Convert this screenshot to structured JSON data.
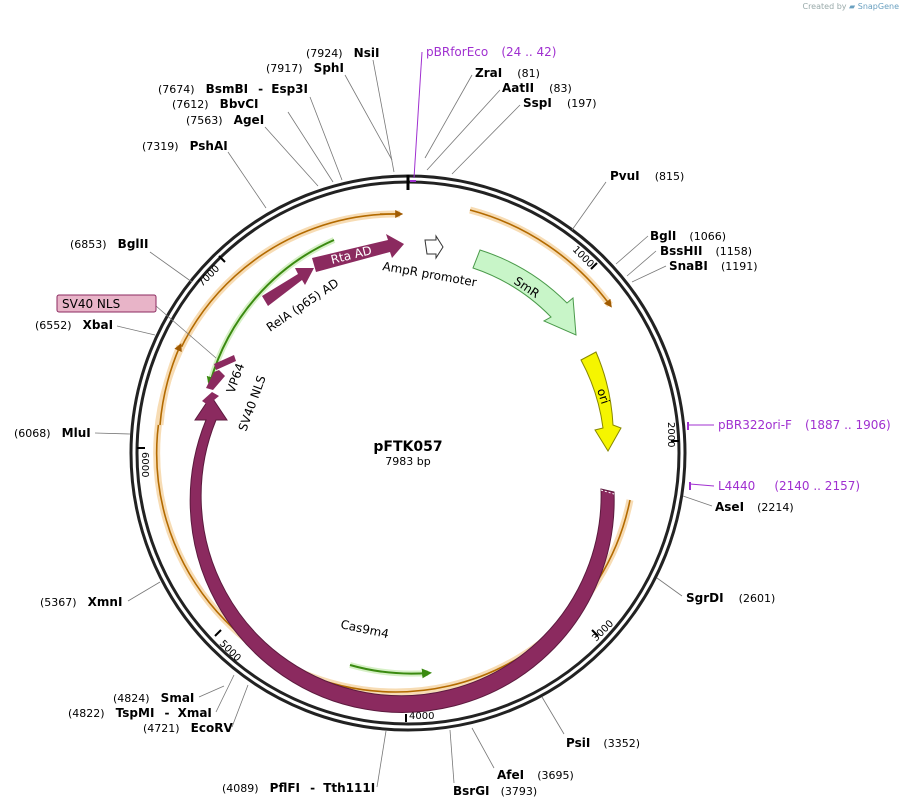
{
  "credit": {
    "prefix": "Created by",
    "brand": "SnapGene"
  },
  "plasmid": {
    "name": "pFTK057",
    "length_label": "7983 bp",
    "length": 7983
  },
  "ticks": [
    "1000",
    "2000",
    "3000",
    "4000",
    "5000",
    "6000",
    "7000"
  ],
  "restriction_sites": {
    "nsiI": {
      "pos": "(7924)",
      "name": "NsiI"
    },
    "sphI": {
      "pos": "(7917)",
      "name": "SphI"
    },
    "bsmbI": {
      "pos": "(7674)",
      "name": "BsmBI",
      "extra": "Esp3I"
    },
    "bbvcI": {
      "pos": "(7612)",
      "name": "BbvCI"
    },
    "ageI": {
      "pos": "(7563)",
      "name": "AgeI"
    },
    "pshaI": {
      "pos": "(7319)",
      "name": "PshAI"
    },
    "bglII": {
      "pos": "(6853)",
      "name": "BglII"
    },
    "xbaI": {
      "pos": "(6552)",
      "name": "XbaI"
    },
    "mluI": {
      "pos": "(6068)",
      "name": "MluI"
    },
    "xmnI": {
      "pos": "(5367)",
      "name": "XmnI"
    },
    "smaI": {
      "pos": "(4824)",
      "name": "SmaI"
    },
    "tspmI": {
      "pos": "(4822)",
      "name": "TspMI",
      "extra": "XmaI"
    },
    "ecorv": {
      "pos": "(4721)",
      "name": "EcoRV"
    },
    "pflfI": {
      "pos": "(4089)",
      "name": "PflFI",
      "extra": "Tth111I"
    },
    "bsrgI": {
      "pos": "(3793)",
      "name": "BsrGI"
    },
    "afeI": {
      "pos": "(3695)",
      "name": "AfeI"
    },
    "psiI": {
      "pos": "(3352)",
      "name": "PsiI"
    },
    "sgrdI": {
      "pos": "(2601)",
      "name": "SgrDI"
    },
    "aseI": {
      "pos": "(2214)",
      "name": "AseI"
    },
    "snabI": {
      "pos": "(1191)",
      "name": "SnaBI"
    },
    "bsshII": {
      "pos": "(1158)",
      "name": "BssHII"
    },
    "bglI": {
      "pos": "(1066)",
      "name": "BglI"
    },
    "pvuI": {
      "pos": "(815)",
      "name": "PvuI"
    },
    "sspI": {
      "pos": "(197)",
      "name": "SspI"
    },
    "aatII": {
      "pos": "(83)",
      "name": "AatII"
    },
    "zraI": {
      "pos": "(81)",
      "name": "ZraI"
    }
  },
  "primers": {
    "pbrforeco": {
      "name": "pBRforEco",
      "range": "(24 .. 42)"
    },
    "pbr322ori_f": {
      "name": "pBR322ori-F",
      "range": "(1887 .. 1906)"
    },
    "l4440": {
      "name": "L4440",
      "range": "(2140 .. 2157)"
    }
  },
  "features": {
    "rta_ad": "Rta AD",
    "ampr_promoter": "AmpR promoter",
    "relA": "RelA (p65) AD",
    "smr": "SmR",
    "ori": "ori",
    "vp64": "VP64",
    "sv40_nls": "SV40 NLS",
    "sv40_nls_box": "SV40 NLS",
    "cas9": "Cas9m4"
  },
  "colors": {
    "backbone": "#222222",
    "cas9": "#8b2a5f",
    "orf_fill": "#f4d3a8",
    "orf_stroke": "#b36a00",
    "green_orf": "#5cb82a",
    "smr": "#c8f5c8",
    "ori": "#f5f500",
    "primer": "#a030d0",
    "nls_box": "#e8b4c8"
  }
}
